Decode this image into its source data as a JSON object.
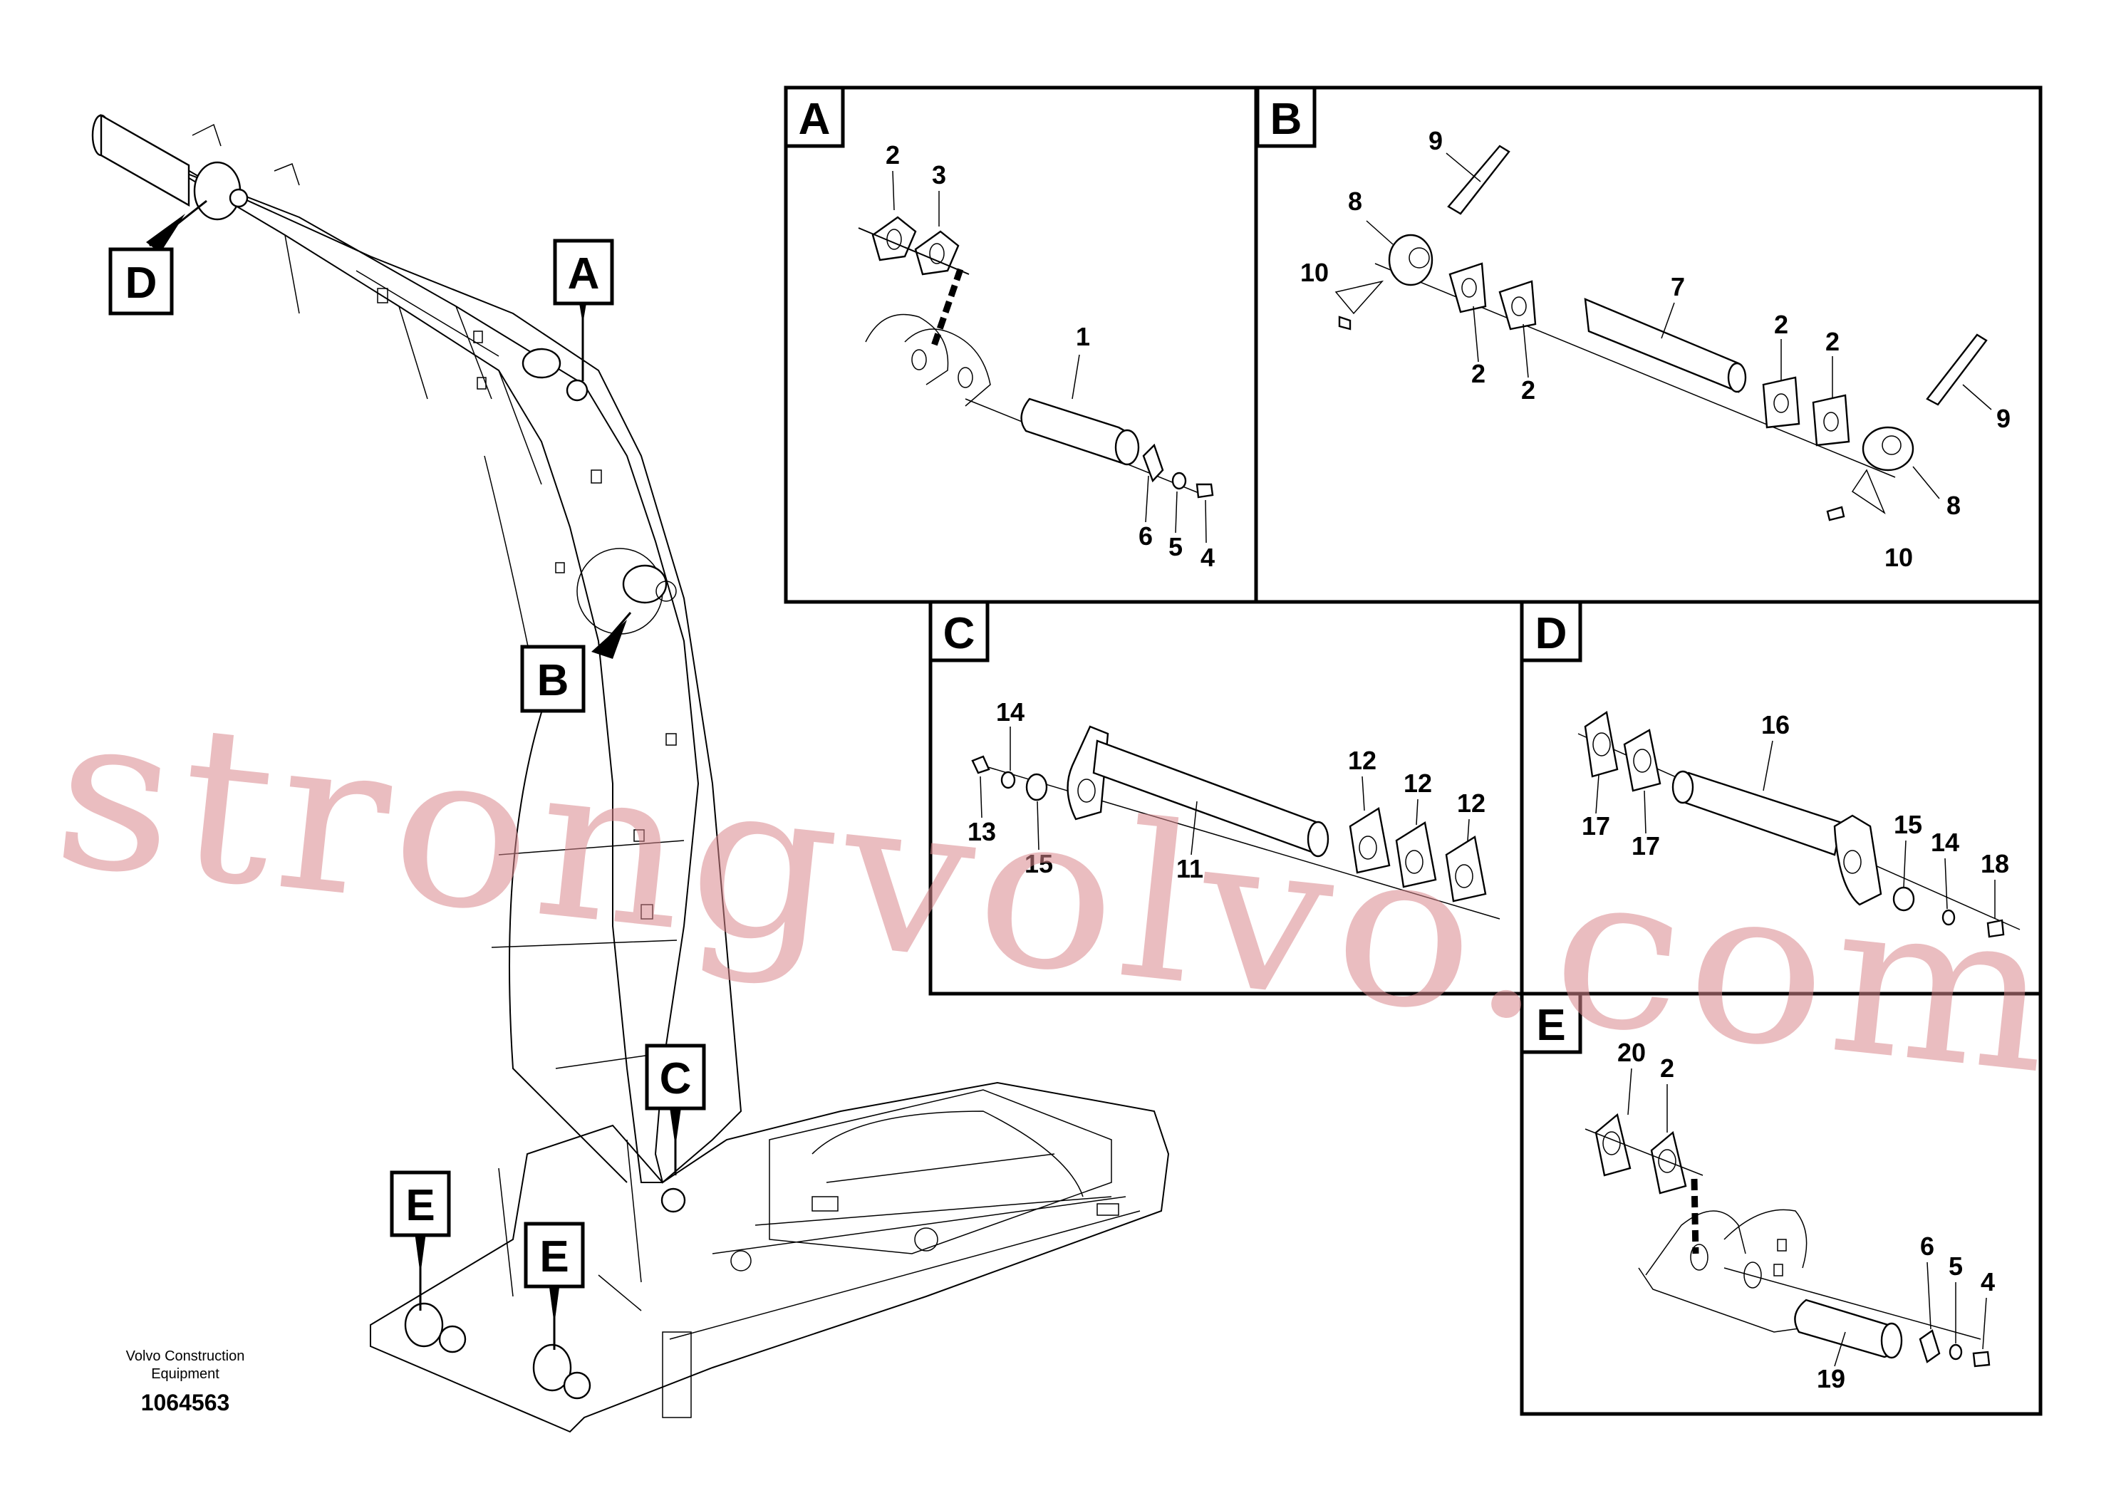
{
  "callouts": {
    "boom_A": "A",
    "boom_B": "B",
    "boom_C": "C",
    "boom_D": "D",
    "boom_E1": "E",
    "boom_E2": "E"
  },
  "panels": {
    "A": {
      "letter": "A",
      "labels": [
        "2",
        "3",
        "1",
        "6",
        "5",
        "4"
      ]
    },
    "B": {
      "letter": "B",
      "labels": [
        "9",
        "8",
        "10",
        "2",
        "2",
        "7",
        "2",
        "2",
        "9",
        "8",
        "10"
      ]
    },
    "C": {
      "letter": "C",
      "labels": [
        "14",
        "13",
        "15",
        "11",
        "12",
        "12",
        "12"
      ]
    },
    "D": {
      "letter": "D",
      "labels": [
        "16",
        "17",
        "17",
        "15",
        "14",
        "18"
      ]
    },
    "E": {
      "letter": "E",
      "labels": [
        "20",
        "2",
        "6",
        "5",
        "4",
        "19"
      ]
    }
  },
  "footer": {
    "company_line1": "Volvo Construction",
    "company_line2": "Equipment",
    "drawing_number": "1064563"
  },
  "watermark": "strongvolvo.com"
}
